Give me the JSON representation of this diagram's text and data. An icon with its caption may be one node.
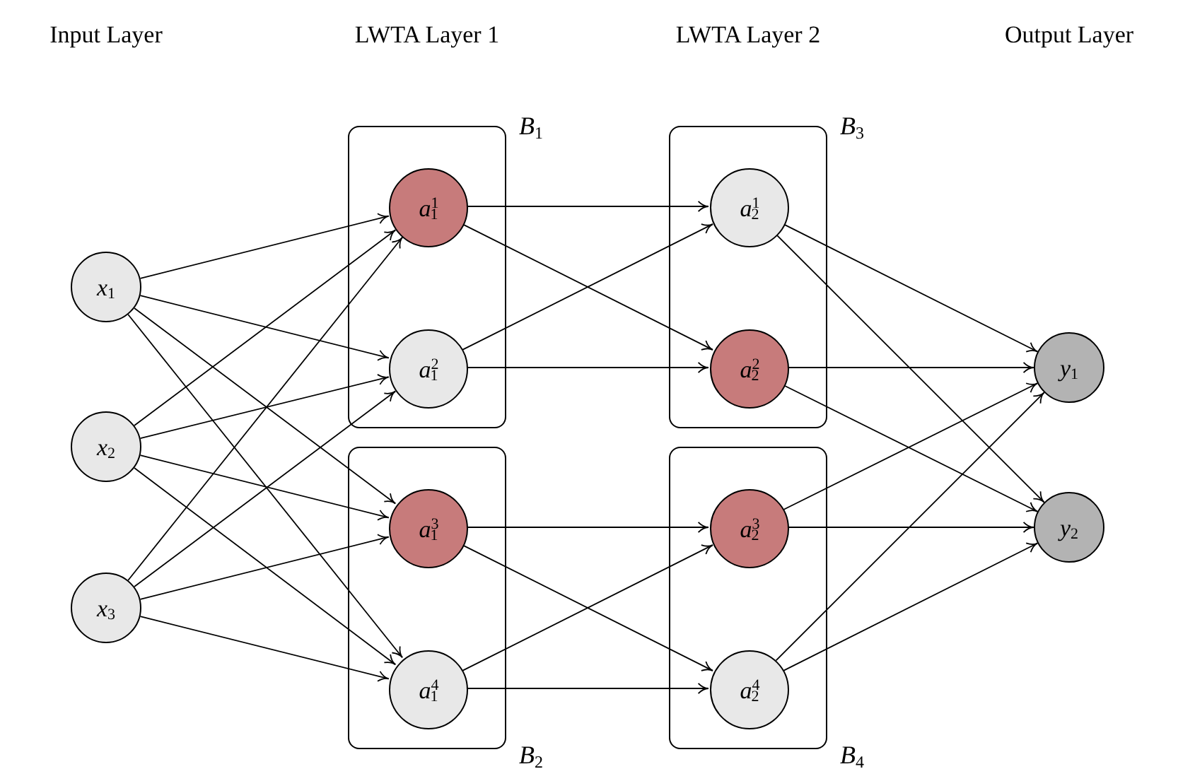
{
  "diagram": {
    "nodes": [
      {
        "text": [
          "*x*$_{1}$"
        ]
      },
      {
        "text": [
          "*x*$_{2}$"
        ]
      },
      {
        "text": [
          "*x*$_{3}$"
        ]
      },
      {
        "text": [
          "*B*$_{1}$"
        ]
      },
      {
        "text": [
          "*a*$^{1}$$_{1}$"
        ],
        "in": 3
      },
      {
        "text": [
          "*a*$^{2}$$_{1}$"
        ],
        "in": 3
      },
      {
        "text": [
          "*B*$_{2}$"
        ]
      },
      {
        "text": [
          "*a*$^{3}$$_{1}$"
        ],
        "in": 6
      },
      {
        "text": [
          "*a*$^{4}$$_{1}$"
        ],
        "in": 6
      },
      {
        "text": [
          "*B*$_{3}$"
        ]
      },
      {
        "text": [
          "*a*$^{1}$$_{2}$"
        ],
        "in": 9
      },
      {
        "text": [
          "*a*$^{2}$$_{2}$"
        ],
        "in": 9
      },
      {
        "text": [
          "*B*$_{4}$"
        ]
      },
      {
        "text": [
          "*a*$^{3}$$_{2}$"
        ],
        "in": 12
      },
      {
        "text": [
          "*a*$^{4}$$_{2}$"
        ],
        "in": 12
      },
      {
        "text": [
          "*y*$_{1}$"
        ]
      },
      {
        "text": [
          "*y*$_{2}$"
        ]
      }
    ],
    "edges": [
      {
        "from": 0,
        "to": 4,
        "arrow": "to"
      },
      {
        "from": 0,
        "to": 5,
        "arrow": "to"
      },
      {
        "from": 0,
        "to": 7,
        "arrow": "to"
      },
      {
        "from": 0,
        "to": 8,
        "arrow": "to"
      },
      {
        "from": 1,
        "to": 4,
        "arrow": "to"
      },
      {
        "from": 1,
        "to": 5,
        "arrow": "to"
      },
      {
        "from": 1,
        "to": 7,
        "arrow": "to"
      },
      {
        "from": 1,
        "to": 8,
        "arrow": "to"
      },
      {
        "from": 2,
        "to": 4,
        "arrow": "to"
      },
      {
        "from": 2,
        "to": 5,
        "arrow": "to"
      },
      {
        "from": 2,
        "to": 7,
        "arrow": "to"
      },
      {
        "from": 2,
        "to": 8,
        "arrow": "to"
      },
      {
        "from": 4,
        "to": 10,
        "arrow": "to"
      },
      {
        "from": 4,
        "to": 11,
        "arrow": "to"
      },
      {
        "from": 5,
        "to": 10,
        "arrow": "to"
      },
      {
        "from": 5,
        "to": 11,
        "arrow": "to"
      },
      {
        "from": 7,
        "to": 13,
        "arrow": "to"
      },
      {
        "from": 7,
        "to": 14,
        "arrow": "to"
      },
      {
        "from": 8,
        "to": 13,
        "arrow": "to"
      },
      {
        "from": 8,
        "to": 14,
        "arrow": "to"
      },
      {
        "from": 10,
        "to": 15,
        "arrow": "to"
      },
      {
        "from": 10,
        "to": 16,
        "arrow": "to"
      },
      {
        "from": 11,
        "to": 15,
        "arrow": "to"
      },
      {
        "from": 11,
        "to": 16,
        "arrow": "to"
      },
      {
        "from": 13,
        "to": 15,
        "arrow": "to"
      },
      {
        "from": 13,
        "to": 16,
        "arrow": "to"
      },
      {
        "from": 14,
        "to": 15,
        "arrow": "to"
      },
      {
        "from": 14,
        "to": 16,
        "arrow": "to"
      }
    ],
    "labels": [
      "Input Layer",
      "LWTA Layer 1",
      "LWTA Layer 2",
      "Output Layer"
    ]
  }
}
